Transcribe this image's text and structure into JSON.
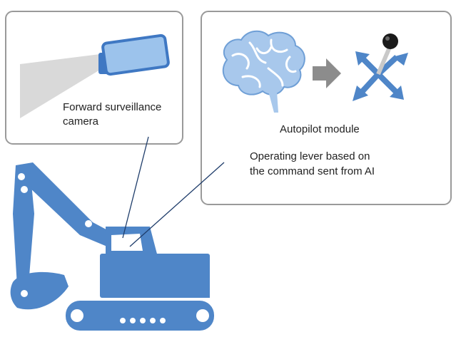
{
  "camera_callout": {
    "label_line1": "Forward surveillance",
    "label_line2": "camera"
  },
  "autopilot_callout": {
    "module_label": "Autopilot module",
    "lever_label_line1": "Operating lever based on",
    "lever_label_line2": "the command sent from AI"
  },
  "colors": {
    "machine_blue": "#5b8ac8",
    "light_blue": "#a9c8ec",
    "panel_border": "#999999",
    "arrow_gray": "#8c8c8c",
    "leader_line": "#1f3d6b"
  },
  "icons": [
    "camera-icon",
    "brain-icon",
    "arrow-right-icon",
    "joystick-icon",
    "excavator-icon"
  ]
}
